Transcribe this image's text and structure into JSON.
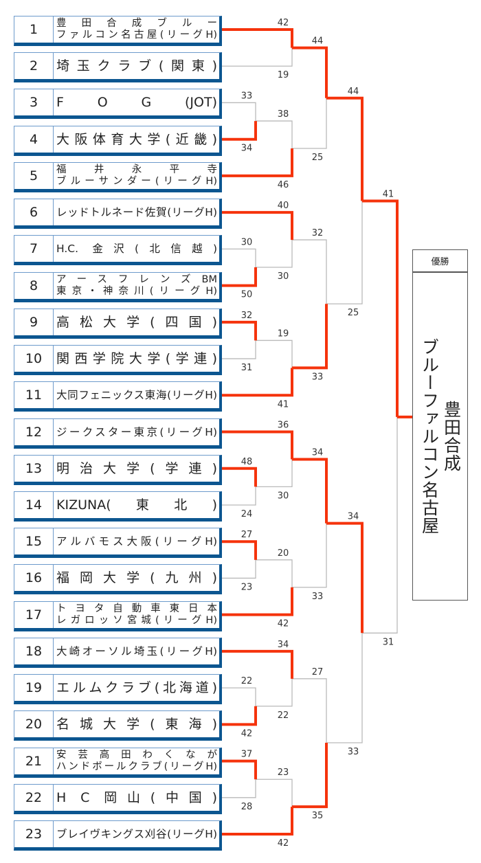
{
  "teams": [
    {
      "seed": "1",
      "lines": [
        "豊田合成ブルー",
        "ファルコン名古屋(リーグH)"
      ]
    },
    {
      "seed": "2",
      "lines": [
        "埼玉クラブ(関東)"
      ]
    },
    {
      "seed": "3",
      "lines": [
        "F O G (JOT)"
      ]
    },
    {
      "seed": "4",
      "lines": [
        "大阪体育大学(近畿)"
      ]
    },
    {
      "seed": "5",
      "lines": [
        "福井永平寺",
        "ブルーサンダー(リーグH)"
      ]
    },
    {
      "seed": "6",
      "lines": [
        "レッドトルネード佐賀(リーグH)"
      ]
    },
    {
      "seed": "7",
      "lines": [
        "H.C. 金沢(北信越)"
      ]
    },
    {
      "seed": "8",
      "lines": [
        "アースフレンズBM",
        "東京・神奈川(リーグH)"
      ]
    },
    {
      "seed": "9",
      "lines": [
        "高松大学(四国)"
      ]
    },
    {
      "seed": "10",
      "lines": [
        "関西学院大学(学連)"
      ]
    },
    {
      "seed": "11",
      "lines": [
        "大同フェニックス東海(リーグH)"
      ]
    },
    {
      "seed": "12",
      "lines": [
        "ジークスター東京(リーグH)"
      ]
    },
    {
      "seed": "13",
      "lines": [
        "明治大学(学連)"
      ]
    },
    {
      "seed": "14",
      "lines": [
        "KIZUNA(東北)"
      ]
    },
    {
      "seed": "15",
      "lines": [
        "アルバモス大阪(リーグH)"
      ]
    },
    {
      "seed": "16",
      "lines": [
        "福岡大学(九州)"
      ]
    },
    {
      "seed": "17",
      "lines": [
        "トヨタ自動車東日本",
        "レガロッソ宮城(リーグH)"
      ]
    },
    {
      "seed": "18",
      "lines": [
        "大崎オーソル埼玉(リーグH)"
      ]
    },
    {
      "seed": "19",
      "lines": [
        "エルムクラブ(北海道)"
      ]
    },
    {
      "seed": "20",
      "lines": [
        "名城大学(東海)"
      ]
    },
    {
      "seed": "21",
      "lines": [
        "安芸高田わくなが",
        "ハンドボールクラブ(リーグH)"
      ]
    },
    {
      "seed": "22",
      "lines": [
        "H C 岡山(中国)"
      ]
    },
    {
      "seed": "23",
      "lines": [
        "ブレイヴキングス刈谷(リーグH)"
      ]
    }
  ],
  "matches": [
    {
      "id": "m1",
      "a": "t1",
      "b": "t2",
      "round": 2,
      "score_a": "42",
      "score_b": "19",
      "winner": "a"
    },
    {
      "id": "m2",
      "a": "t3",
      "b": "t4",
      "round": 1,
      "score_a": "33",
      "score_b": "34",
      "winner": "b"
    },
    {
      "id": "m3",
      "a": "m2",
      "b": "t5",
      "round": 2,
      "score_a": "38",
      "score_b": "46",
      "winner": "b"
    },
    {
      "id": "m4",
      "a": "m1",
      "b": "m3",
      "round": 3,
      "score_a": "44",
      "score_b": "25",
      "winner": "a"
    },
    {
      "id": "m5",
      "a": "t7",
      "b": "t8",
      "round": 1,
      "score_a": "30",
      "score_b": "50",
      "winner": "b"
    },
    {
      "id": "m6",
      "a": "t6",
      "b": "m5",
      "round": 2,
      "score_a": "40",
      "score_b": "30",
      "winner": "a"
    },
    {
      "id": "m7",
      "a": "t9",
      "b": "t10",
      "round": 1,
      "score_a": "32",
      "score_b": "31",
      "winner": "a"
    },
    {
      "id": "m8",
      "a": "m7",
      "b": "t11",
      "round": 2,
      "score_a": "19",
      "score_b": "41",
      "winner": "b"
    },
    {
      "id": "m9",
      "a": "m6",
      "b": "m8",
      "round": 3,
      "score_a": "32",
      "score_b": "33",
      "winner": "b"
    },
    {
      "id": "m10",
      "a": "m4",
      "b": "m9",
      "round": 4,
      "score_a": "44",
      "score_b": "25",
      "winner": "a"
    },
    {
      "id": "m11",
      "a": "t13",
      "b": "t14",
      "round": 1,
      "score_a": "48",
      "score_b": "24",
      "winner": "a"
    },
    {
      "id": "m12",
      "a": "t12",
      "b": "m11",
      "round": 2,
      "score_a": "36",
      "score_b": "30",
      "winner": "a"
    },
    {
      "id": "m13",
      "a": "t15",
      "b": "t16",
      "round": 1,
      "score_a": "27",
      "score_b": "23",
      "winner": "a"
    },
    {
      "id": "m14",
      "a": "m13",
      "b": "t17",
      "round": 2,
      "score_a": "20",
      "score_b": "42",
      "winner": "b"
    },
    {
      "id": "m15",
      "a": "m12",
      "b": "m14",
      "round": 3,
      "score_a": "34",
      "score_b": "33",
      "winner": "a"
    },
    {
      "id": "m16",
      "a": "t19",
      "b": "t20",
      "round": 1,
      "score_a": "22",
      "score_b": "42",
      "winner": "b"
    },
    {
      "id": "m17",
      "a": "t18",
      "b": "m16",
      "round": 2,
      "score_a": "34",
      "score_b": "22",
      "winner": "a"
    },
    {
      "id": "m18",
      "a": "t21",
      "b": "t22",
      "round": 1,
      "score_a": "37",
      "score_b": "28",
      "winner": "a"
    },
    {
      "id": "m19",
      "a": "m18",
      "b": "t23",
      "round": 2,
      "score_a": "23",
      "score_b": "42",
      "winner": "b"
    },
    {
      "id": "m20",
      "a": "m17",
      "b": "m19",
      "round": 3,
      "score_a": "27",
      "score_b": "35",
      "winner": "b"
    },
    {
      "id": "m21",
      "a": "m15",
      "b": "m20",
      "round": 4,
      "score_a": "34",
      "score_b": "33",
      "winner": "a"
    },
    {
      "id": "m22",
      "a": "m10",
      "b": "m21",
      "round": 5,
      "score_a": "41",
      "score_b": "31",
      "winner": "a"
    }
  ],
  "champion": {
    "header": "優勝",
    "line1": "豊田合成",
    "line2": "ブルーファルコン名古屋"
  },
  "colors": {
    "win": "#f5330c",
    "lose": "#b9b9b9",
    "box_border": "#0c5690"
  }
}
